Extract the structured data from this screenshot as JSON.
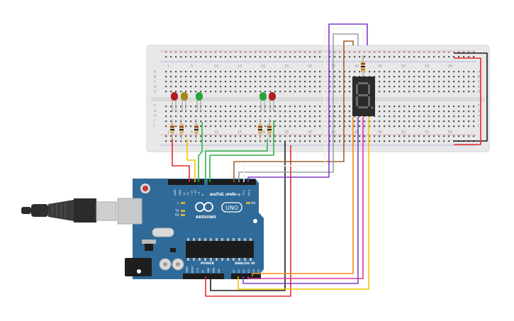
{
  "board": {
    "digital_label": "DIGITAL (PWM~)",
    "power_label": "POWER",
    "analog_label": "ANALOG IN",
    "arduino_text": "ARDUINO",
    "uno_text": "UNO",
    "on_label": "ON",
    "l_label": "L",
    "tx_label": "TX",
    "rx_label": "RX",
    "aref_label": "AREF",
    "gnd_label": "GND",
    "digital_pins": [
      "13",
      "12",
      "~11",
      "~10",
      "~9",
      "8",
      "7",
      "~6",
      "~5",
      "4",
      "~3",
      "2",
      "TX 1",
      "RX 0"
    ],
    "power_pins": [
      "IOREF",
      "RESET",
      "3.3V",
      "5V",
      "GND",
      "GND",
      "VIN"
    ],
    "analog_pins": [
      "A0",
      "A1",
      "A2",
      "A3",
      "A4",
      "A5"
    ]
  },
  "breadboard": {
    "col_numbers": [
      "1",
      "5",
      "10",
      "15",
      "20",
      "25",
      "30",
      "35",
      "40",
      "45",
      "50",
      "55",
      "60"
    ],
    "row_letters_top": [
      "A",
      "B",
      "C",
      "D",
      "E"
    ],
    "row_letters_bottom": [
      "F",
      "G",
      "H",
      "I",
      "J"
    ]
  },
  "colors": {
    "red": "#e52b2b",
    "yellow": "#f5c400",
    "green": "#2fb24a",
    "black": "#1b1b1b",
    "brown": "#a0622d",
    "purple": "#7e3cc8",
    "gray": "#9aa0a6",
    "white": "#f2f2f2",
    "orange": "#f08a12",
    "magenta": "#d6389c",
    "arduino_blue": "#2f6a98"
  }
}
